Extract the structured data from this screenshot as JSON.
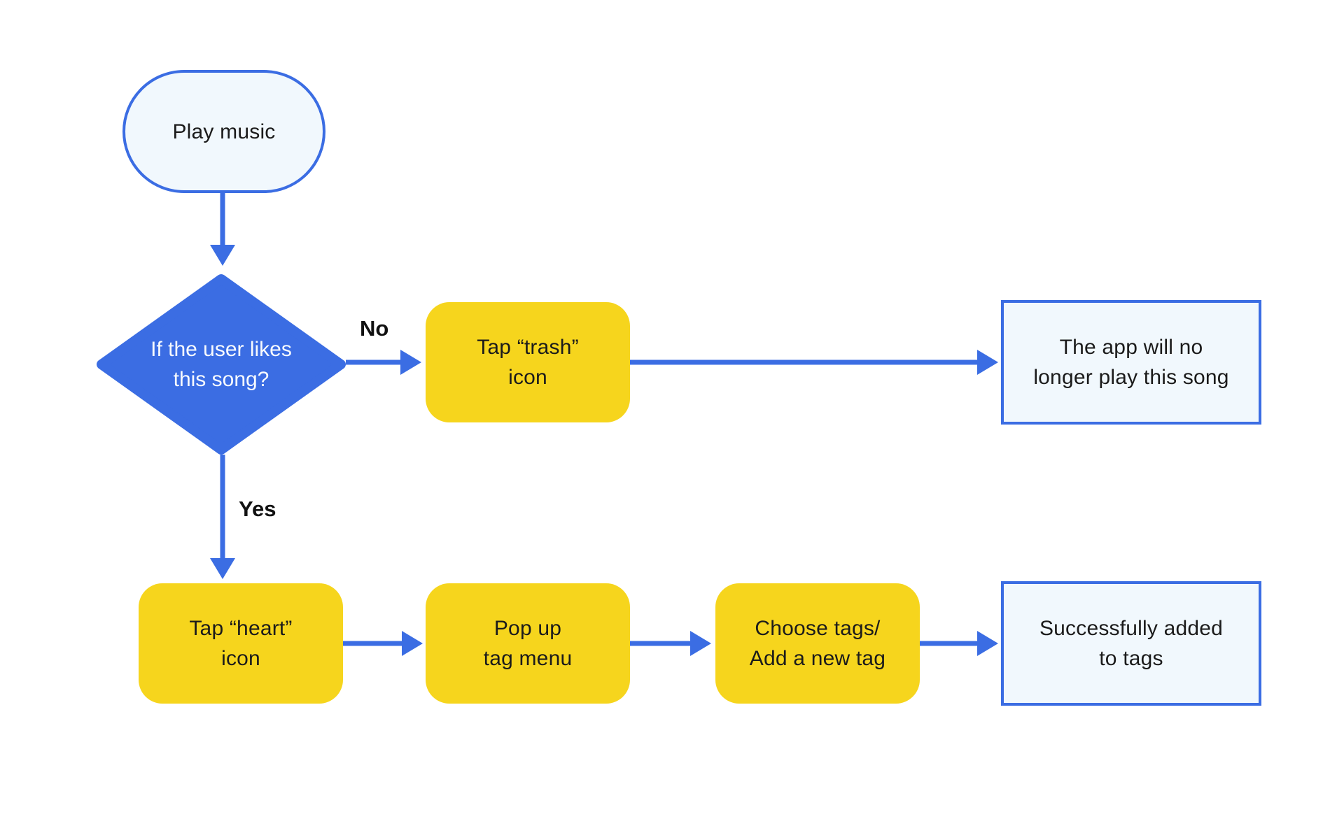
{
  "colors": {
    "blue": "#3B6DE3",
    "yellow": "#F6D51D",
    "light_fill": "#F1F8FD",
    "text_dark": "#1B1B1B",
    "text_light": "#F7FAFE"
  },
  "nodes": {
    "play_music": {
      "type": "terminal",
      "lines": [
        "Play music"
      ]
    },
    "decision": {
      "type": "decision",
      "lines": [
        "If the user likes",
        "this song?"
      ]
    },
    "tap_trash": {
      "type": "process",
      "lines": [
        "Tap “trash”",
        "icon"
      ]
    },
    "no_longer_play": {
      "type": "result",
      "lines": [
        "The app will no",
        "longer play this song"
      ]
    },
    "tap_heart": {
      "type": "process",
      "lines": [
        "Tap “heart”",
        "icon"
      ]
    },
    "popup_menu": {
      "type": "process",
      "lines": [
        "Pop up",
        "tag menu"
      ]
    },
    "choose_tags": {
      "type": "process",
      "lines": [
        "Choose tags/",
        "Add a new tag"
      ]
    },
    "added_to_tags": {
      "type": "result",
      "lines": [
        "Successfully added",
        "to tags"
      ]
    }
  },
  "edges": [
    {
      "from": "play_music",
      "to": "decision",
      "label": ""
    },
    {
      "from": "decision",
      "to": "tap_trash",
      "label": "No"
    },
    {
      "from": "tap_trash",
      "to": "no_longer_play",
      "label": ""
    },
    {
      "from": "decision",
      "to": "tap_heart",
      "label": "Yes"
    },
    {
      "from": "tap_heart",
      "to": "popup_menu",
      "label": ""
    },
    {
      "from": "popup_menu",
      "to": "choose_tags",
      "label": ""
    },
    {
      "from": "choose_tags",
      "to": "added_to_tags",
      "label": ""
    }
  ]
}
